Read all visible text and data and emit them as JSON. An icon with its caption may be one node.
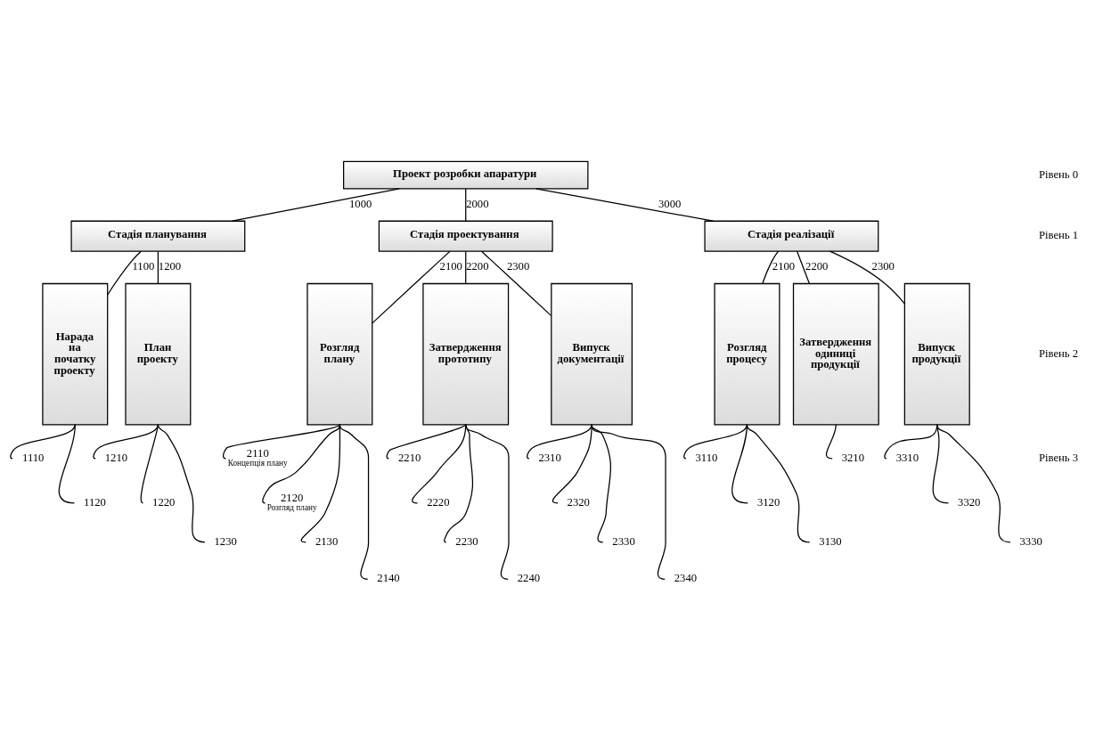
{
  "diagram": {
    "nodes": [
      {
        "text": [
          "Проект розробки апаратури"
        ]
      },
      {
        "text": [
          "Стадія планування"
        ]
      },
      {
        "text": [
          "Стадія проектування"
        ]
      },
      {
        "text": [
          "Стадія реалізації"
        ]
      },
      {
        "text": [
          "Нарада на початку проекту"
        ]
      },
      {
        "text": [
          "План проекту"
        ]
      },
      {
        "text": [
          "Розгляд плану"
        ]
      },
      {
        "text": [
          "Затвердження прототипу"
        ]
      },
      {
        "text": [
          "Випуск документації"
        ]
      },
      {
        "text": [
          "Розгляд процесу"
        ]
      },
      {
        "text": [
          "Затвердження одиниці продукції"
        ]
      },
      {
        "text": [
          "Випуск продукції"
        ]
      },
      {
        "text": [
          "1110"
        ]
      },
      {
        "text": [
          "1120"
        ]
      },
      {
        "text": [
          "1210"
        ]
      },
      {
        "text": [
          "1220"
        ]
      },
      {
        "text": [
          "1230"
        ]
      },
      {
        "text": [
          "2110"
        ],
        "beside": [
          "Концепція плану"
        ]
      },
      {
        "text": [
          "2120"
        ],
        "beside": [
          "Розгляд плану"
        ]
      },
      {
        "text": [
          "2130"
        ]
      },
      {
        "text": [
          "2140"
        ]
      },
      {
        "text": [
          "2210"
        ]
      },
      {
        "text": [
          "2220"
        ]
      },
      {
        "text": [
          "2230"
        ]
      },
      {
        "text": [
          "2240"
        ]
      },
      {
        "text": [
          "2310"
        ]
      },
      {
        "text": [
          "2320"
        ]
      },
      {
        "text": [
          "2330"
        ]
      },
      {
        "text": [
          "2340"
        ]
      },
      {
        "text": [
          "3110"
        ]
      },
      {
        "text": [
          "3120"
        ]
      },
      {
        "text": [
          "3130"
        ]
      },
      {
        "text": [
          "3210"
        ]
      },
      {
        "text": [
          "3310"
        ]
      },
      {
        "text": [
          "3320"
        ]
      },
      {
        "text": [
          "3330"
        ]
      }
    ],
    "edges": [
      {
        "from": 0,
        "to": 1,
        "arrow": "none",
        "label": "1000"
      },
      {
        "from": 0,
        "to": 2,
        "arrow": "none",
        "label": "2000"
      },
      {
        "from": 0,
        "to": 3,
        "arrow": "none",
        "label": "3000"
      },
      {
        "from": 1,
        "to": 4,
        "arrow": "none",
        "label": "1100"
      },
      {
        "from": 1,
        "to": 5,
        "arrow": "none",
        "label": "1200"
      },
      {
        "from": 2,
        "to": 6,
        "arrow": "none",
        "label": "2100"
      },
      {
        "from": 2,
        "to": 7,
        "arrow": "none",
        "label": "2200"
      },
      {
        "from": 2,
        "to": 8,
        "arrow": "none",
        "label": "2300"
      },
      {
        "from": 3,
        "to": 9,
        "arrow": "none",
        "label": "2100"
      },
      {
        "from": 3,
        "to": 10,
        "arrow": "none",
        "label": "2200"
      },
      {
        "from": 3,
        "to": 11,
        "arrow": "none",
        "label": "2300"
      },
      {
        "from": 4,
        "to": 12,
        "arrow": "none"
      },
      {
        "from": 4,
        "to": 13,
        "arrow": "none"
      },
      {
        "from": 5,
        "to": 14,
        "arrow": "none"
      },
      {
        "from": 5,
        "to": 15,
        "arrow": "none"
      },
      {
        "from": 5,
        "to": 16,
        "arrow": "none"
      },
      {
        "from": 6,
        "to": 17,
        "arrow": "none"
      },
      {
        "from": 6,
        "to": 18,
        "arrow": "none"
      },
      {
        "from": 6,
        "to": 19,
        "arrow": "none"
      },
      {
        "from": 6,
        "to": 20,
        "arrow": "none"
      },
      {
        "from": 7,
        "to": 21,
        "arrow": "none"
      },
      {
        "from": 7,
        "to": 22,
        "arrow": "none"
      },
      {
        "from": 7,
        "to": 23,
        "arrow": "none"
      },
      {
        "from": 7,
        "to": 24,
        "arrow": "none"
      },
      {
        "from": 8,
        "to": 25,
        "arrow": "none"
      },
      {
        "from": 8,
        "to": 26,
        "arrow": "none"
      },
      {
        "from": 8,
        "to": 27,
        "arrow": "none"
      },
      {
        "from": 8,
        "to": 28,
        "arrow": "none"
      },
      {
        "from": 9,
        "to": 29,
        "arrow": "none"
      },
      {
        "from": 9,
        "to": 30,
        "arrow": "none"
      },
      {
        "from": 9,
        "to": 31,
        "arrow": "none"
      },
      {
        "from": 10,
        "to": 32,
        "arrow": "none"
      },
      {
        "from": 11,
        "to": 33,
        "arrow": "none"
      },
      {
        "from": 11,
        "to": 34,
        "arrow": "none"
      },
      {
        "from": 11,
        "to": 35,
        "arrow": "none"
      }
    ],
    "labels": [
      "Рівень 0",
      "Рівень 1",
      "Рівень 2",
      "Рівень 3"
    ]
  }
}
